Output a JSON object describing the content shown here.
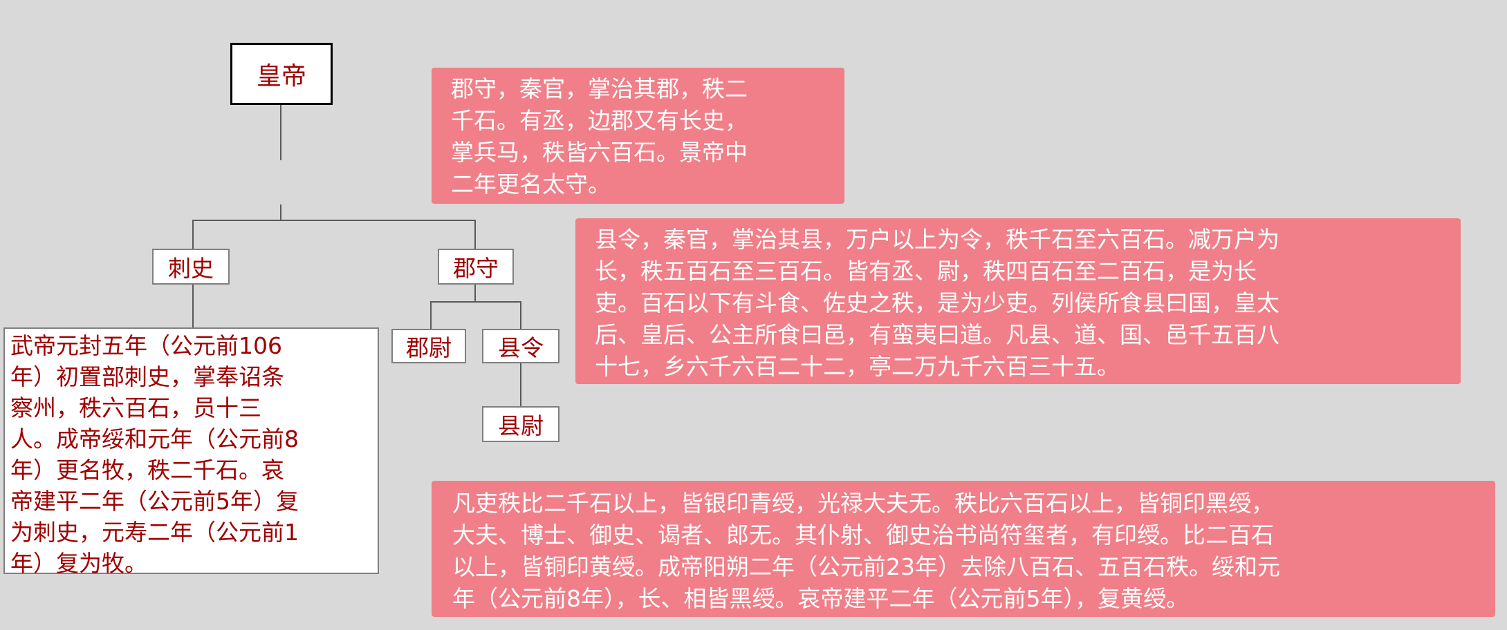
{
  "nodes": {
    "emperor": "皇帝",
    "cishi": "刺史",
    "junshou": "郡守",
    "junwei": "郡尉",
    "xianling": "县令",
    "xianwei": "县尉"
  },
  "notes": {
    "cishi": "武帝元封五年（公元前106\n年）初置部刺史，掌奉诏条\n察州，秩六百石，员十三\n人。成帝绥和元年（公元前8\n年）更名牧，秩二千石。哀\n帝建平二年（公元前5年）复\n为刺史，元寿二年（公元前1\n年）复为牧。",
    "junshou": "郡守，秦官，掌治其郡，秩二\n千石。有丞，边郡又有长史，\n掌兵马，秩皆六百石。景帝中\n二年更名太守。",
    "xianling": "县令，秦官，掌治其县，万户以上为令，秩千石至六百石。减万户为\n长，秩五百石至三百石。皆有丞、尉，秩四百石至二百石，是为长\n吏。百石以下有斗食、佐史之秩，是为少吏。列侯所食县曰国，皇太\n后、皇后、公主所食曰邑，有蛮夷曰道。凡县、道、国、邑千五百八\n十七，乡六千六百二十二，亭二万九千六百三十五。",
    "seals": "凡吏秩比二千石以上，皆银印青绶，光禄大夫无。秩比六百石以上，皆铜印黑绶，\n大夫、博士、御史、谒者、郎无。其仆射、御史治书尚符玺者，有印绶。比二百石\n以上，皆铜印黄绶。成帝阳朔二年（公元前23年）去除八百石、五百石秩。绥和元\n年（公元前8年），长、相皆黑绶。哀帝建平二年（公元前5年），复黄绶。"
  },
  "colors": {
    "background": "#d9d9d9",
    "node_text": "#a00000",
    "note_fill": "#f07f89",
    "connector": "#595959"
  }
}
